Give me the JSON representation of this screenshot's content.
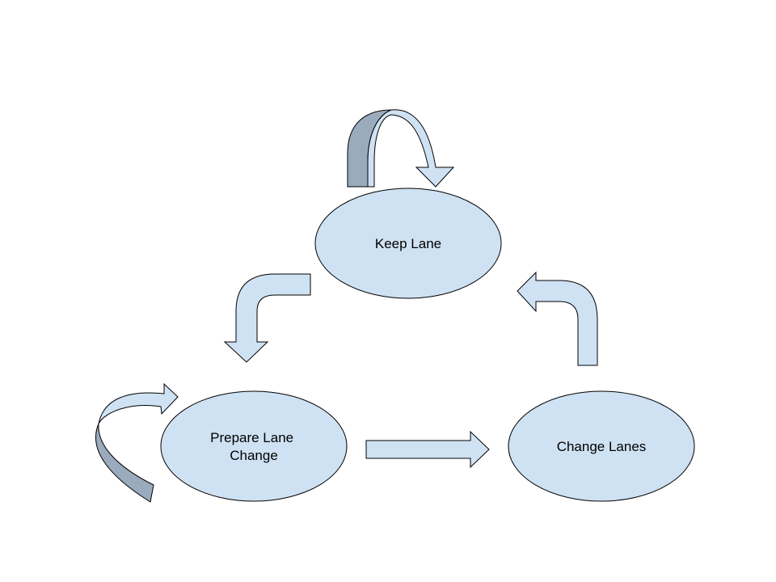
{
  "diagram": {
    "nodes": {
      "keep_lane": {
        "label_lines": [
          "Keep Lane"
        ]
      },
      "prepare_lane_change": {
        "label_lines": [
          "Prepare Lane",
          "Change"
        ]
      },
      "change_lanes": {
        "label_lines": [
          "Change Lanes"
        ]
      }
    },
    "transitions": [
      {
        "from": "Keep Lane",
        "to": "Keep Lane"
      },
      {
        "from": "Keep Lane",
        "to": "Prepare Lane Change"
      },
      {
        "from": "Prepare Lane Change",
        "to": "Prepare Lane Change"
      },
      {
        "from": "Prepare Lane Change",
        "to": "Change Lanes"
      },
      {
        "from": "Change Lanes",
        "to": "Keep Lane"
      }
    ]
  },
  "colors": {
    "node_fill": "#cfe2f3",
    "arrow_light": "#cfe2f3",
    "arrow_dark": "#9aabbe",
    "stroke": "#000000"
  }
}
